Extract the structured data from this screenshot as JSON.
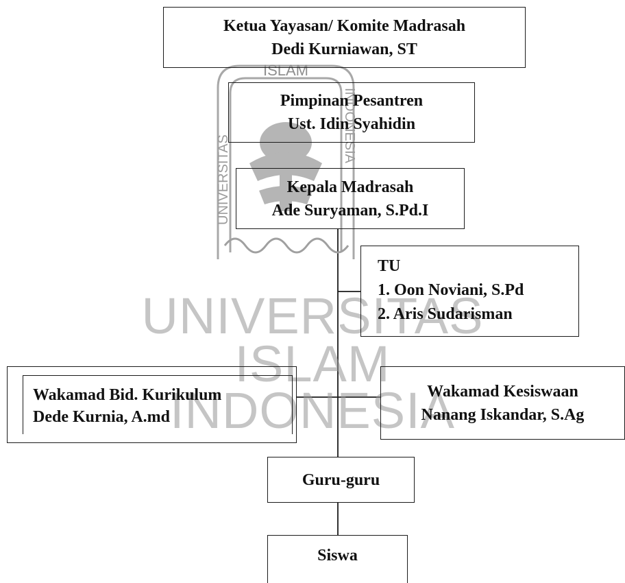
{
  "org_chart": {
    "ketua": {
      "line1": "Ketua Yayasan/ Komite Madrasah",
      "line2": "Dedi Kurniawan, ST"
    },
    "pimpinan": {
      "line1": "Pimpinan Pesantren",
      "line2": "Ust. Idin Syahidin"
    },
    "kepala": {
      "line1": "Kepala Madrasah",
      "line2": "Ade Suryaman, S.Pd.I"
    },
    "tu": {
      "title": "TU",
      "member1": "1. Oon Noviani, S.Pd",
      "member2": "2. Aris Sudarisman"
    },
    "kurikulum": {
      "line1": "Wakamad Bid. Kurikulum",
      "line2": "Dede Kurnia, A.md"
    },
    "kesiswaan": {
      "line1": "Wakamad Kesiswaan",
      "line2": "Nanang Iskandar, S.Ag"
    },
    "guru": {
      "label": "Guru-guru"
    },
    "siswa": {
      "label": "Siswa"
    }
  },
  "watermark": {
    "line1": "UNIVERSITAS",
    "line2": "ISLAM",
    "line3": "INDONESIA",
    "seal_top": "ISLAM",
    "seal_left": "UNIVERSITAS",
    "seal_right": "INDONESIA"
  },
  "colors": {
    "line": "#1a1a1a",
    "watermark": "#9a9a9a"
  }
}
